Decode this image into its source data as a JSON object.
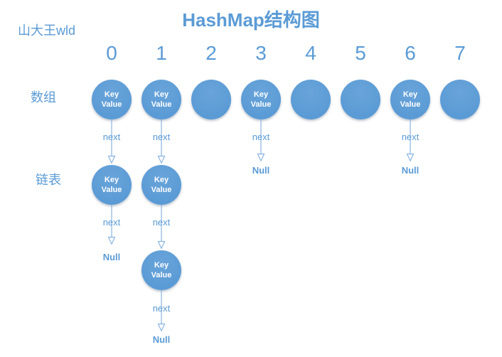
{
  "title": "HashMap结构图",
  "watermark": "山大王wld",
  "row_labels": {
    "array": "数组",
    "linked_list": "链表"
  },
  "indices": [
    "0",
    "1",
    "2",
    "3",
    "4",
    "5",
    "6",
    "7"
  ],
  "node": {
    "line1": "Key",
    "line2": "Value"
  },
  "edge": {
    "next_label": "next",
    "null_label": "Null"
  },
  "colors": {
    "accent": "#5b9bd5",
    "edge_line": "#8ab4e0",
    "node_fill": "#5b9bd5",
    "node_text": "#ffffff",
    "background": "#ffffff"
  },
  "structure": {
    "bucket_count": 8,
    "occupied_buckets": [
      "0",
      "1",
      "3",
      "6"
    ],
    "empty_buckets": [
      "2",
      "4",
      "5",
      "7"
    ],
    "chains": [
      {
        "bucket": "0",
        "array_node": "Key/Value",
        "list_nodes": 1,
        "terminates": "Null"
      },
      {
        "bucket": "1",
        "array_node": "Key/Value",
        "list_nodes": 2,
        "terminates": "Null"
      },
      {
        "bucket": "3",
        "array_node": "Key/Value",
        "list_nodes": 0,
        "terminates": "Null"
      },
      {
        "bucket": "6",
        "array_node": "Key/Value",
        "list_nodes": 0,
        "terminates": "Null"
      }
    ]
  }
}
